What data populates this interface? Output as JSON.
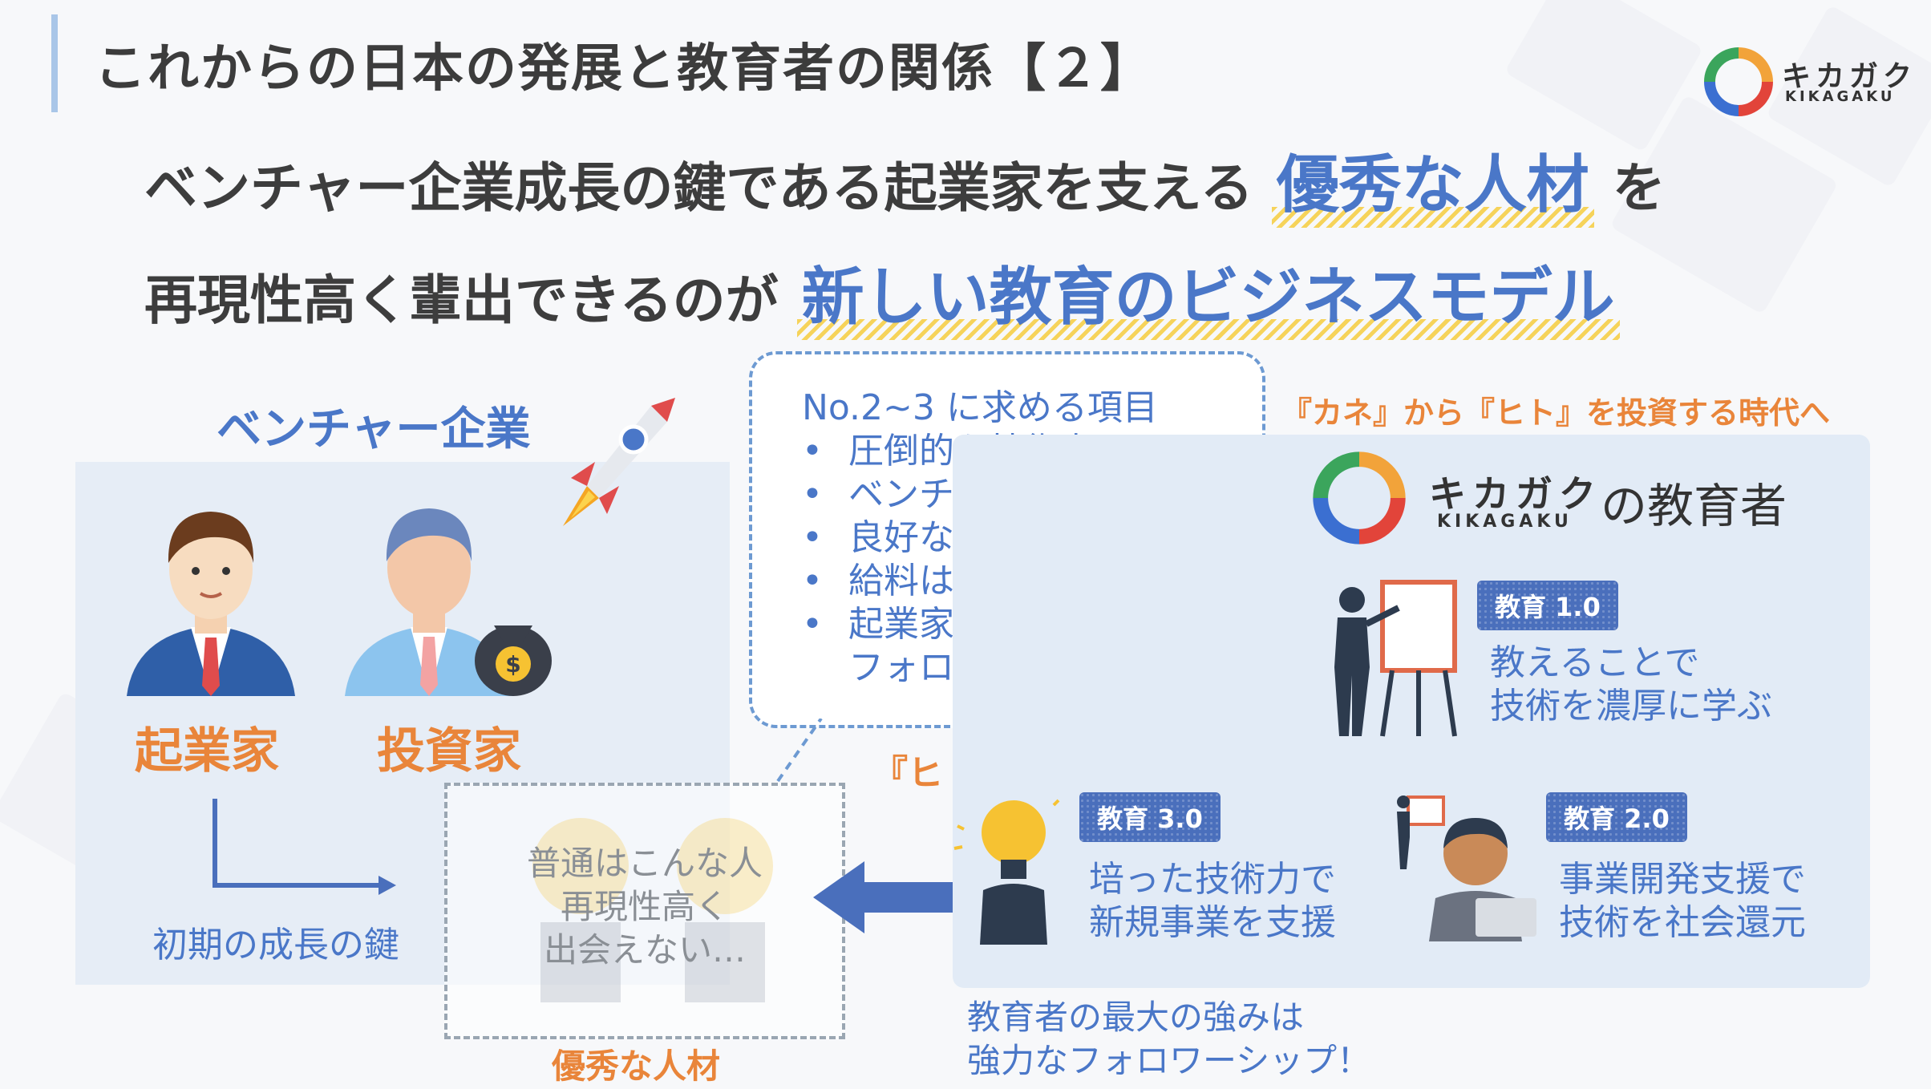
{
  "header": {
    "title": "これからの日本の発展と教育者の関係【２】",
    "brand_name": "キカガク",
    "brand_sub": "KIKAGAKU"
  },
  "headline": {
    "line1_pre": "ベンチャー企業成長の鍵である起業家を支える",
    "line1_hl": "優秀な人材",
    "line1_post": "を",
    "line2_pre": "再現性高く輩出できるのが",
    "line2_hl": "新しい教育のビジネスモデル"
  },
  "left": {
    "title": "ベンチャー企業",
    "entrepreneur": "起業家",
    "investor": "投資家",
    "growth_key": "初期の成長の鍵"
  },
  "bubble": {
    "heading": "No.2~3 に求める項目",
    "items": [
      "圧倒的な技術力",
      "ベンチャーマインド",
      "良好な人間関係",
      "給料は低くても良い",
      "起業家の成長を願う"
    ],
    "last_line": "フォロワーシップ",
    "bullet": "•"
  },
  "center": {
    "talent_lines": [
      "普通はこんな人",
      "再現性高く",
      "出会えない…"
    ],
    "talent_label": "優秀な人材",
    "invest_label": "『ヒト』を投資"
  },
  "right": {
    "era": "『カネ』から『ヒト』を投資する時代へ",
    "brand_name": "キカガク",
    "brand_sub": "KIKAGAKU",
    "educator": "の教育者",
    "edu1": {
      "badge": "教育 1.0",
      "lines": [
        "教えることで",
        "技術を濃厚に学ぶ"
      ]
    },
    "edu2": {
      "badge": "教育 2.0",
      "lines": [
        "事業開発支援で",
        "技術を社会還元"
      ]
    },
    "edu3": {
      "badge": "教育 3.0",
      "lines": [
        "培った技術力で",
        "新規事業を支援"
      ]
    }
  },
  "footer": {
    "lines": [
      "教育者の最大の強みは",
      "強力なフォロワーシップ！"
    ]
  },
  "colors": {
    "accent_blue": "#4a77c8",
    "accent_orange": "#e9853a",
    "highlight_yellow": "#f6d35a"
  }
}
